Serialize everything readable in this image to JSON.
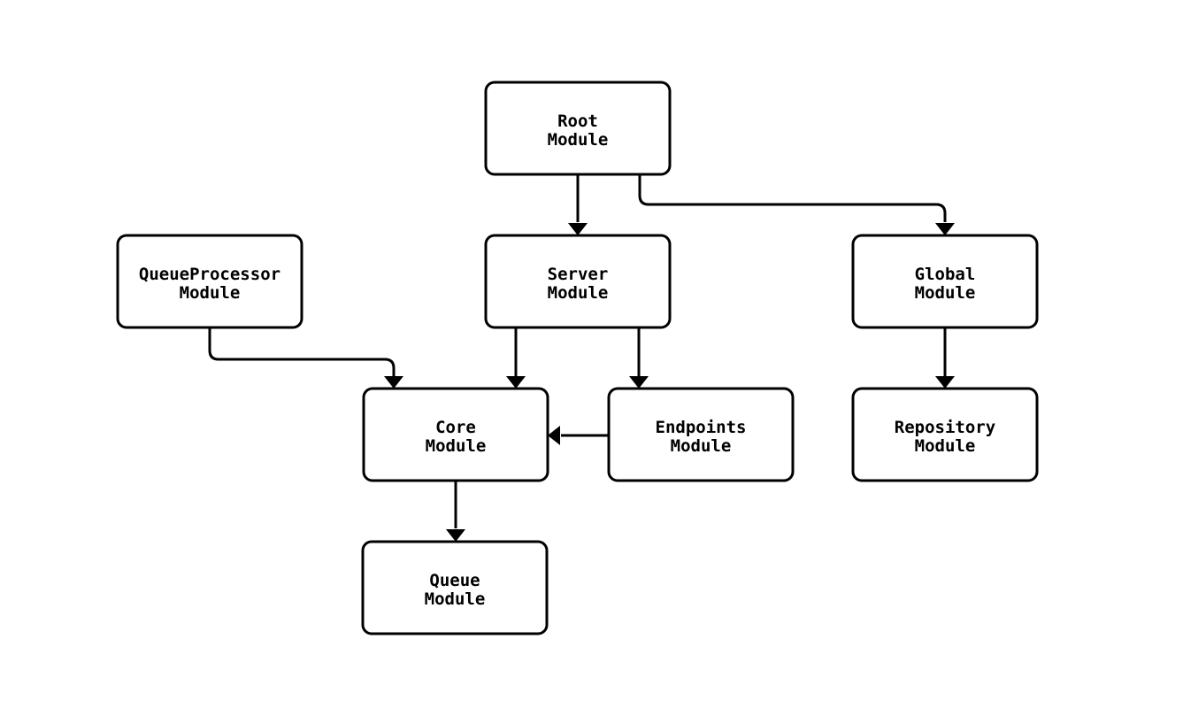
{
  "diagram": {
    "type": "module-dependency-graph",
    "nodes": [
      {
        "id": "root",
        "label_line1": "Root",
        "label_line2": "Module"
      },
      {
        "id": "queueprocessor",
        "label_line1": "QueueProcessor",
        "label_line2": "Module"
      },
      {
        "id": "server",
        "label_line1": "Server",
        "label_line2": "Module"
      },
      {
        "id": "global",
        "label_line1": "Global",
        "label_line2": "Module"
      },
      {
        "id": "core",
        "label_line1": "Core",
        "label_line2": "Module"
      },
      {
        "id": "endpoints",
        "label_line1": "Endpoints",
        "label_line2": "Module"
      },
      {
        "id": "repository",
        "label_line1": "Repository",
        "label_line2": "Module"
      },
      {
        "id": "queue",
        "label_line1": "Queue",
        "label_line2": "Module"
      }
    ],
    "edges": [
      {
        "from": "root",
        "to": "server"
      },
      {
        "from": "root",
        "to": "global"
      },
      {
        "from": "queueprocessor",
        "to": "core"
      },
      {
        "from": "server",
        "to": "core"
      },
      {
        "from": "server",
        "to": "endpoints"
      },
      {
        "from": "endpoints",
        "to": "core"
      },
      {
        "from": "global",
        "to": "repository"
      },
      {
        "from": "core",
        "to": "queue"
      }
    ],
    "colors": {
      "background": "#ffffff",
      "node_fill": "#ffffff",
      "node_border": "#000000",
      "edge": "#000000",
      "text": "#000000"
    }
  }
}
